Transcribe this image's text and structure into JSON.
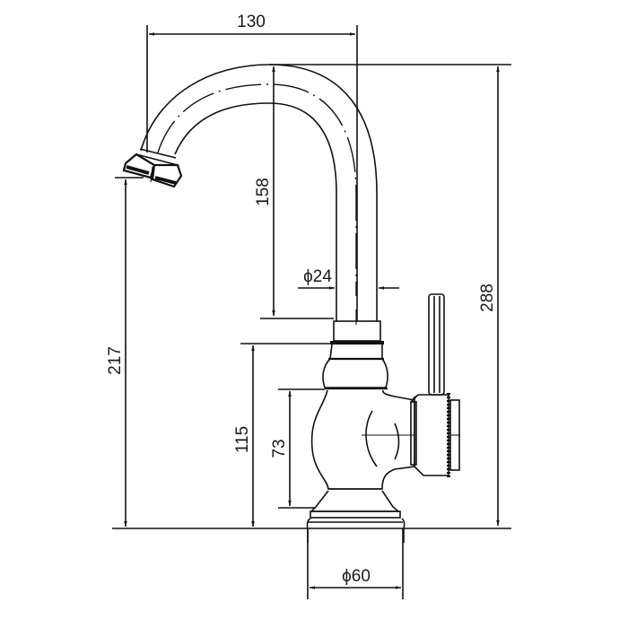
{
  "drawing": {
    "subject": "Single-lever basin faucet with swivel spout — technical dimension drawing",
    "units": "mm",
    "dimensions": {
      "spout_reach": {
        "label": "130",
        "orientation": "horizontal"
      },
      "spout_height_top": {
        "label": "158",
        "orientation": "vertical"
      },
      "spout_tube_diameter": {
        "label": "ϕ24",
        "orientation": "horizontal"
      },
      "overall_height": {
        "label": "288",
        "orientation": "vertical"
      },
      "outlet_height": {
        "label": "217",
        "orientation": "vertical"
      },
      "body_height": {
        "label": "115",
        "orientation": "vertical"
      },
      "valve_body_height": {
        "label": "73",
        "orientation": "vertical"
      },
      "base_diameter": {
        "label": "ϕ60",
        "orientation": "horizontal"
      }
    },
    "colors": {
      "line": "#111111",
      "background": "#ffffff"
    }
  }
}
